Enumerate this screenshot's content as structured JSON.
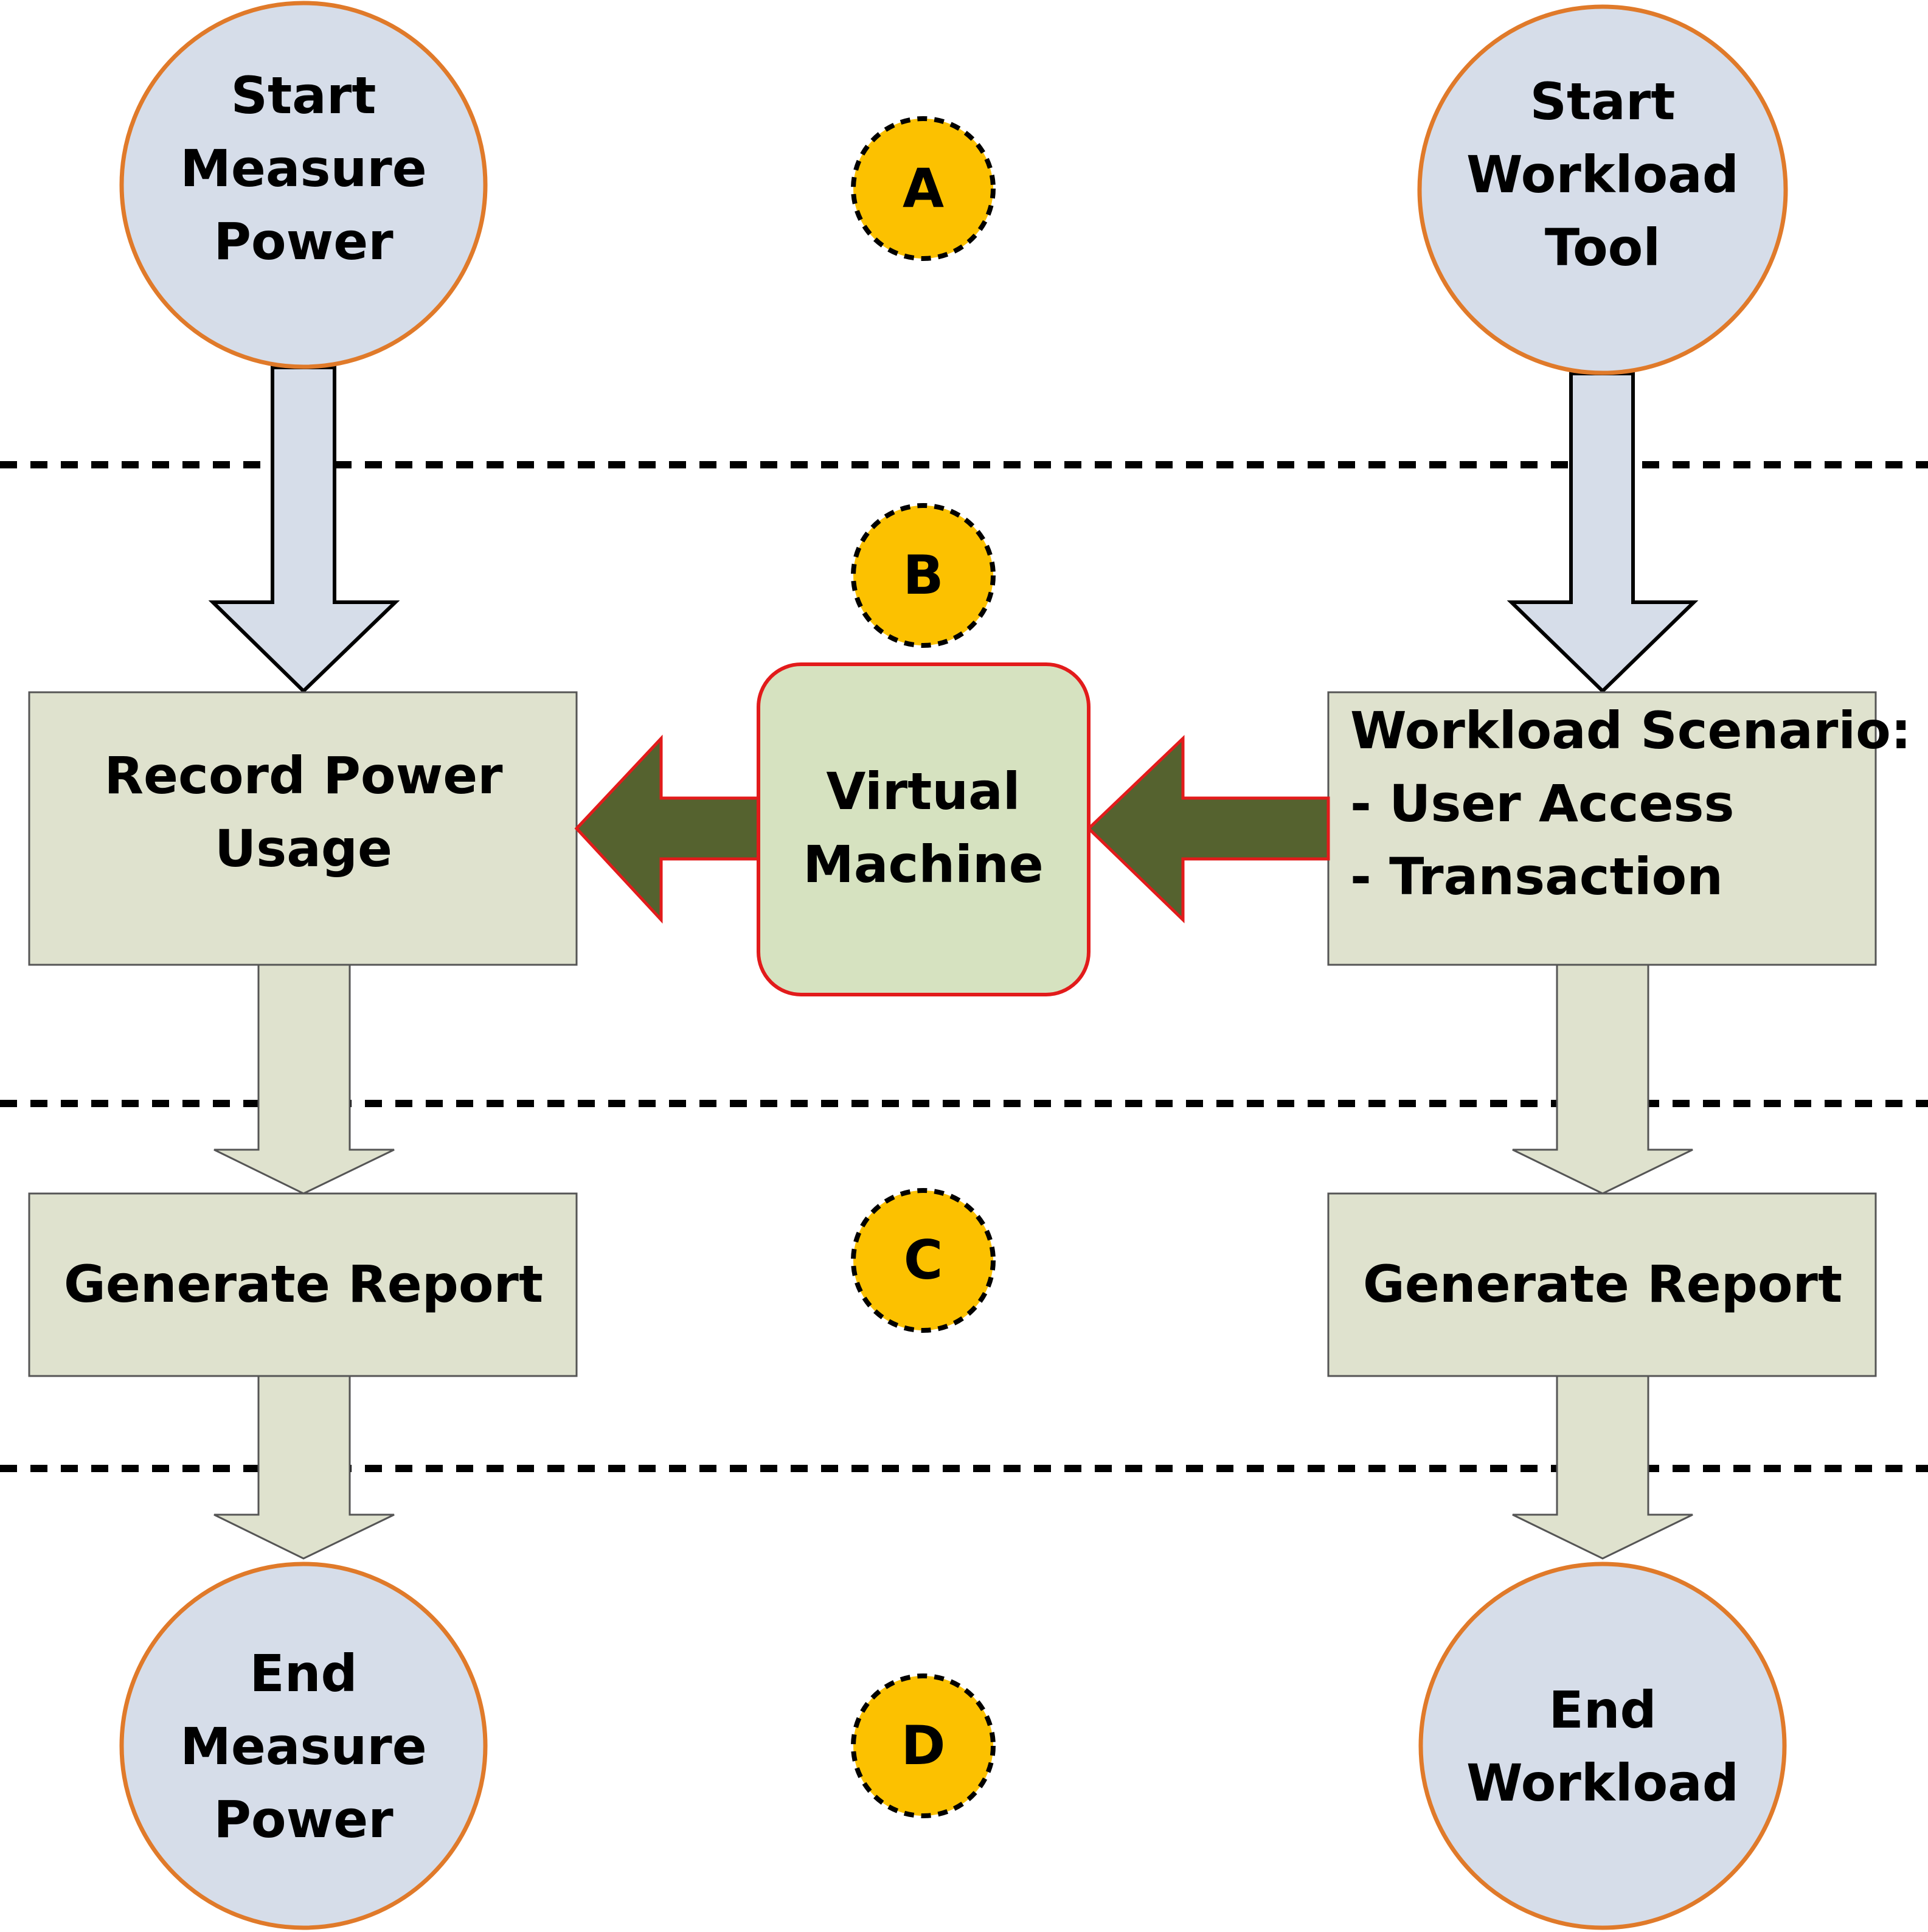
{
  "diagram": {
    "left_column": {
      "start": {
        "line1": "Start",
        "line2": "Measure",
        "line3": "Power"
      },
      "record": {
        "line1": "Record Power",
        "line2": "Usage"
      },
      "report": {
        "label": "Generate Report"
      },
      "end": {
        "line1": "End",
        "line2": "Measure",
        "line3": "Power"
      }
    },
    "center_column": {
      "vm": {
        "line1": "Virtual",
        "line2": "Machine"
      }
    },
    "right_column": {
      "start": {
        "line1": "Start",
        "line2": "Workload",
        "line3": "Tool"
      },
      "scenario": {
        "title": "Workload Scenario:",
        "item1": "- User Access",
        "item2": "- Transaction"
      },
      "report": {
        "label": "Generate Report"
      },
      "end": {
        "line1": "End",
        "line2": "Workload"
      }
    },
    "phase_markers": [
      "A",
      "B",
      "C",
      "D"
    ]
  },
  "colors": {
    "circle_fill": "#d6dde9",
    "circle_stroke": "#e07a2a",
    "box_fill": "#dfe2ce",
    "box_stroke": "#555555",
    "vm_fill": "#d6e2c0",
    "vm_stroke": "#e21b1b",
    "dark_arrow_fill": "#55622f",
    "dark_arrow_stroke": "#e21b1b",
    "light_arrow_fill": "#d6dde9",
    "marker_fill": "#fcc100",
    "divider": "#000000"
  }
}
